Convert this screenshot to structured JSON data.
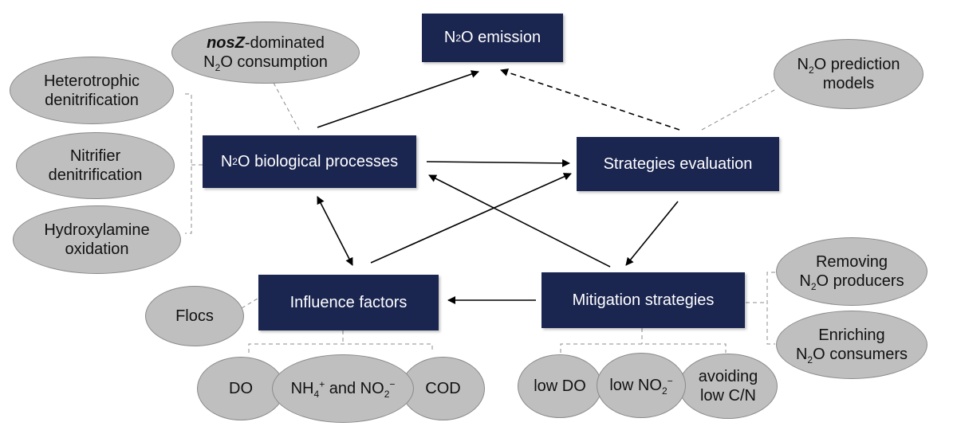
{
  "boxes": {
    "emission": {
      "pre": "N",
      "sub": "2",
      "post": "O emission"
    },
    "bio": {
      "pre": "N",
      "sub": "2",
      "post": "O biological processes"
    },
    "strategies_eval": {
      "label": "Strategies evaluation"
    },
    "influence": {
      "label": "Influence factors"
    },
    "mitigation": {
      "label": "Mitigation strategies"
    }
  },
  "ovals": {
    "nosz": {
      "italic": "nosZ",
      "line1_rest": "-dominated",
      "line2_pre": "N",
      "line2_sub": "2",
      "line2_post": "O consumption"
    },
    "hetero": {
      "line1": "Heterotrophic",
      "line2": "denitrification"
    },
    "nitrifier": {
      "line1": "Nitrifier",
      "line2": "denitrification"
    },
    "hydroxyl": {
      "line1": "Hydroxylamine",
      "line2": "oxidation"
    },
    "prediction": {
      "line1_pre": "N",
      "line1_sub": "2",
      "line1_post": "O prediction",
      "line2": "models"
    },
    "flocs": {
      "label": "Flocs"
    },
    "do": {
      "label": "DO"
    },
    "nh4": {
      "a": "NH",
      "a_sub": "4",
      "a_sup": "+",
      "mid": " and NO",
      "b_sub": "2",
      "b_sup": "−"
    },
    "cod": {
      "label": "COD"
    },
    "lowdo": {
      "label": "low DO"
    },
    "lowno2": {
      "pre": "low NO",
      "sub": "2",
      "sup": "−"
    },
    "avoiding": {
      "line1": "avoiding",
      "line2": "low C/N"
    },
    "removing": {
      "line1": "Removing",
      "line2_pre": "N",
      "line2_sub": "2",
      "line2_post": "O producers"
    },
    "enriching": {
      "line1": "Enriching",
      "line2_pre": "N",
      "line2_sub": "2",
      "line2_post": "O consumers"
    }
  }
}
